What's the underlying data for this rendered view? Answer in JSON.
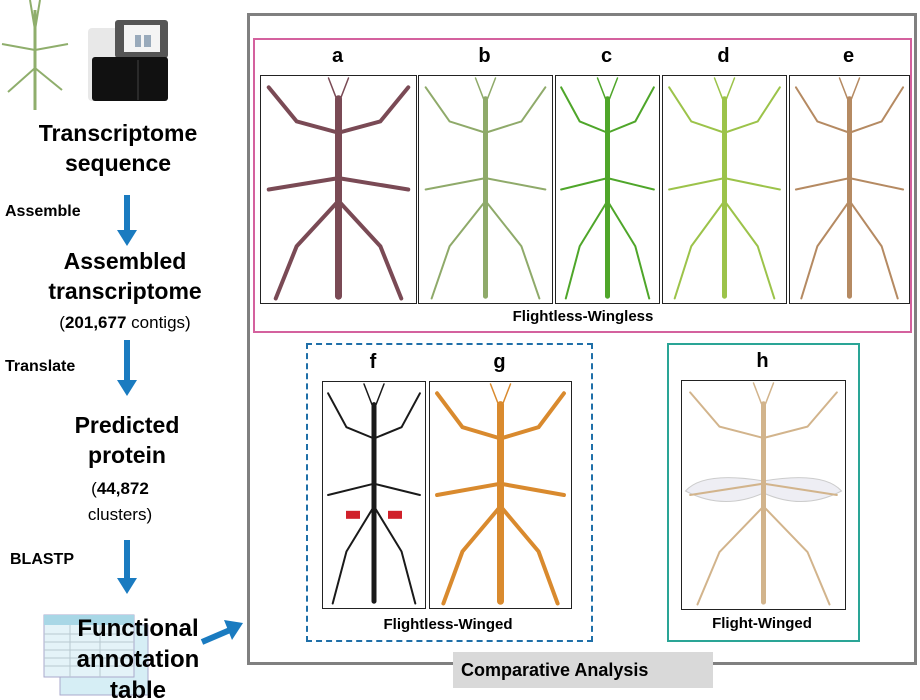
{
  "pipeline": {
    "step1": [
      "Transcriptome",
      "sequence"
    ],
    "assemble_label": "Assemble",
    "step2": [
      "Assembled",
      "transcriptome"
    ],
    "step2_count": "201,677",
    "step2_unit": "contigs",
    "translate_label": "Translate",
    "step3": [
      "Predicted",
      "protein"
    ],
    "step3_count": "44,872",
    "step3_unit": "clusters)",
    "blastp_label": "BLASTP",
    "step4": [
      "Functional",
      "annotation",
      "table"
    ]
  },
  "groups": {
    "wingless": {
      "label": "Flightless-Wingless",
      "color": "#d4619e"
    },
    "winged_flightless": {
      "label": "Flightless-Winged",
      "color": "#1f6fa8"
    },
    "flight": {
      "label": "Flight-Winged",
      "color": "#2aa596"
    }
  },
  "panels": [
    {
      "letter": "a",
      "color": "#7a4a55"
    },
    {
      "letter": "b",
      "color": "#8faa6a"
    },
    {
      "letter": "c",
      "color": "#4fa62a"
    },
    {
      "letter": "d",
      "color": "#9cc34a"
    },
    {
      "letter": "e",
      "color": "#b58a62"
    },
    {
      "letter": "f",
      "color": "#1a1a1a"
    },
    {
      "letter": "g",
      "color": "#d98a2e"
    },
    {
      "letter": "h",
      "color": "#d2b48c"
    }
  ],
  "footer": "Comparative Analysis",
  "arrow_color": "#1a7bc0"
}
